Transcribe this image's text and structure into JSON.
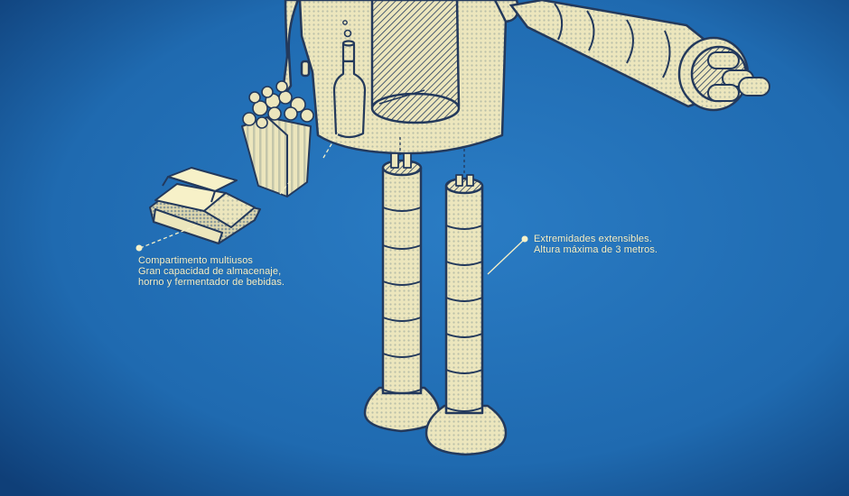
{
  "colors": {
    "background": "#1f6ab0",
    "background_dark": "#0f3f78",
    "cream": "#ece6bd",
    "cream_light": "#f7f1c8",
    "ink": "#23395c",
    "callout_text": "#f7f1c8"
  },
  "icons": [
    "bottle-icon",
    "popcorn-icon",
    "gold-bars-icon"
  ],
  "callouts": {
    "storage": {
      "lines": [
        "Compartimento multiusos",
        "Gran capacidad de almacenaje,",
        "horno y fermentador de bebidas."
      ]
    },
    "legs": {
      "lines": [
        "Extremidades extensibles.",
        "Altura máxima de 3 metros."
      ]
    }
  }
}
